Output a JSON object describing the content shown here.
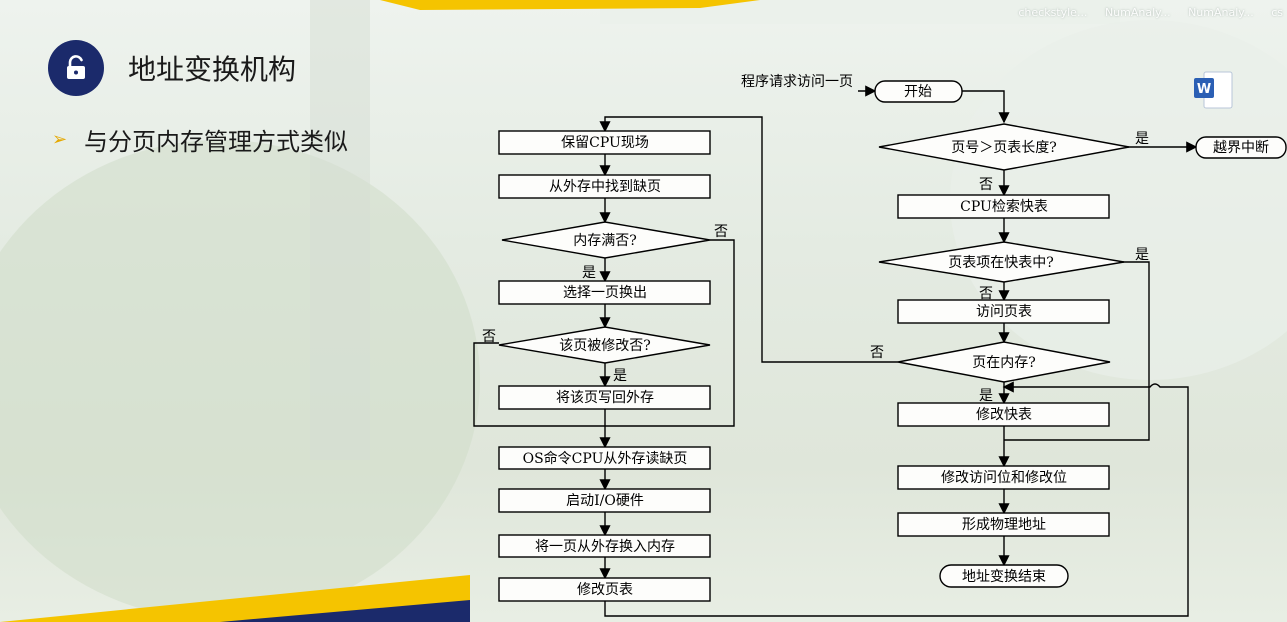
{
  "slide": {
    "title": "地址变换机构",
    "bullet": "与分页内存管理方式类似",
    "title_icon": "unlock-icon",
    "bullet_icon": "arrow-right-icon",
    "accent_color": "#e5a800",
    "badge_color": "#1b2a6b"
  },
  "desktop": {
    "icons": [
      "checkstyle...",
      "NumAnaly...",
      "NumAnaly...",
      "cs"
    ]
  },
  "flowchart": {
    "request_label": "程序请求访问一页",
    "start": "开始",
    "check_page_length": "页号＞页表长度?",
    "out_of_bounds": "越界中断",
    "cpu_search_tlb": "CPU检索快表",
    "entry_in_tlb": "页表项在快表中?",
    "access_page_table": "访问页表",
    "page_in_memory": "页在内存?",
    "modify_tlb": "修改快表",
    "modify_bits": "修改访问位和修改位",
    "form_physical_address": "形成物理地址",
    "end": "地址变换结束",
    "save_cpu": "保留CPU现场",
    "find_missing_page": "从外存中找到缺页",
    "memory_full": "内存满否?",
    "select_page": "选择一页换出",
    "page_modified": "该页被修改否?",
    "write_back": "将该页写回外存",
    "os_command": "OS命令CPU从外存读缺页",
    "start_io": "启动I/O硬件",
    "swap_in": "将一页从外存换入内存",
    "modify_page_table": "修改页表",
    "yes": "是",
    "no": "否"
  }
}
